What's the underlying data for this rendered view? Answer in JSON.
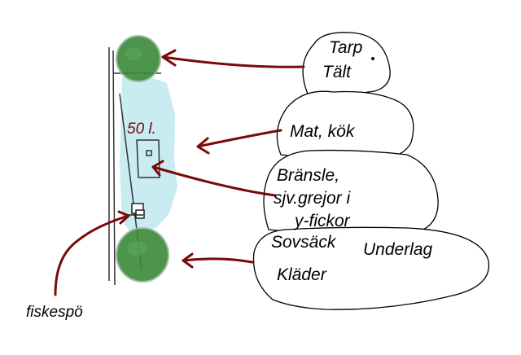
{
  "labels": {
    "tarp": "Tarp",
    "talt": "Tält",
    "mat": "Mat, kök",
    "bransle": "Bränsle,",
    "sjv": "sjv.grejor i",
    "yfickor": "y-fickor",
    "sovsack": "Sovsäck",
    "underlag": "Underlag",
    "klader": "Kläder",
    "fiskespo": "fiskespö",
    "volume": "50 l."
  },
  "colors": {
    "arrow": "#7a0a0a",
    "bag_fill": "#c8ecf2",
    "roll": "#3a8a3a",
    "frame": "#333333"
  }
}
